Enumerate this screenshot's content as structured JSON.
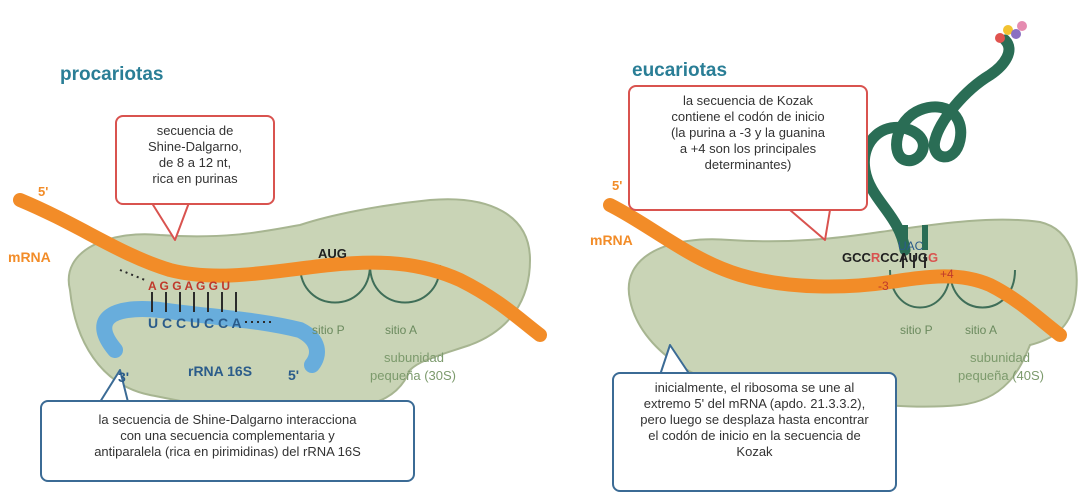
{
  "colors": {
    "ribosome": "#c9d4b6",
    "ribosome_stroke": "#a7b591",
    "mrna": "#f28c28",
    "rrna": "#5da9e0",
    "title": "#2a7e96",
    "callout_red": "#d9534f",
    "callout_blue": "#3b6b95",
    "trna": "#2a6d55"
  },
  "left": {
    "title": "procariotas",
    "callout_top": "secuencia de\nShine-Dalgarno,\nde 8 a 12 nt,\nrica en purinas",
    "callout_bottom": "la secuencia de Shine-Dalgarno interacciona\ncon una secuencia complementaria y\nantiparalela (rica en pirimidinas) del rRNA 16S",
    "mrna_label": "mRNA",
    "mrna_5prime": "5'",
    "codon": "AUG",
    "sd_seq": "A G G A G G U",
    "rrna_seq": "U C C U C C A",
    "rrna_3prime": "3'",
    "rrna_5prime": "5'",
    "rrna_label": "rRNA 16S",
    "site_p": "sitio P",
    "site_a": "sitio A",
    "subunit_line1": "subunidad",
    "subunit_line2": "pequeña (30S)"
  },
  "right": {
    "title": "eucariotas",
    "callout_top": "la secuencia de Kozak\ncontiene el codón de inicio\n(la purina a -3 y la guanina\na +4 son los principales\ndeterminantes)",
    "callout_bottom": "inicialmente, el ribosoma se une al\nextremo 5' del mRNA (apdo. 21.3.3.2),\npero luego se desplaza hasta encontrar\nel codón de inicio en la secuencia de\nKozak",
    "mrna_label": "mRNA",
    "mrna_5prime": "5'",
    "kozak_a": "GCC",
    "kozak_r": "R",
    "kozak_b": "CCAUG",
    "kozak_g": "G",
    "anticodon": "UAC",
    "pos_minus3": "-3",
    "pos_plus4": "+4",
    "site_p": "sitio P",
    "site_a": "sitio A",
    "subunit_line1": "subunidad",
    "subunit_line2": "pequeña (40S)"
  }
}
